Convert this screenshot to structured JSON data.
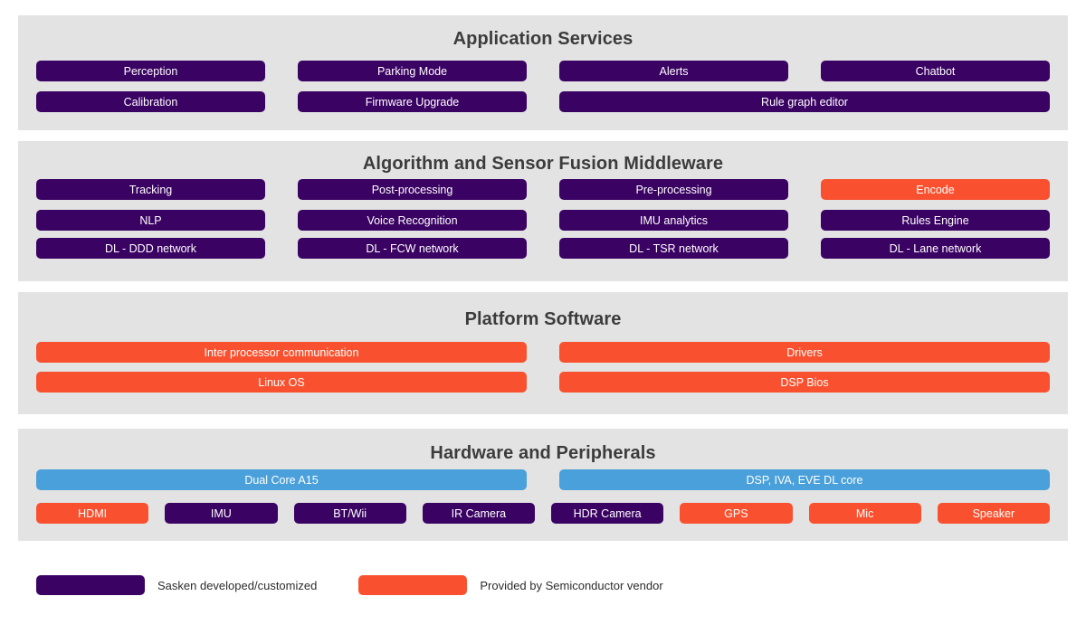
{
  "legend_colors": {
    "purple": "#3a0263",
    "orange": "#f9512f",
    "blue": "#4aa0da",
    "panel_gray": "#e3e3e3",
    "title_gray": "#3c3c3c"
  },
  "sections": {
    "application_services": {
      "title": "Application Services",
      "row1": [
        "Perception",
        "Parking Mode",
        "Alerts",
        "Chatbot"
      ],
      "row2": [
        "Calibration",
        "Firmware Upgrade",
        "Rule graph editor"
      ]
    },
    "middleware": {
      "title": "Algorithm and Sensor Fusion Middleware",
      "row1": [
        "Tracking",
        "Post-processing",
        "Pre-processing",
        "Encode"
      ],
      "row2": [
        "NLP",
        "Voice Recognition",
        "IMU analytics",
        "Rules Engine"
      ],
      "row3": [
        "DL - DDD network",
        "DL - FCW network",
        "DL - TSR network",
        "DL - Lane network"
      ]
    },
    "platform_software": {
      "title": "Platform Software",
      "row1": [
        "Inter processor communication",
        "Drivers"
      ],
      "row2": [
        "Linux OS",
        "DSP Bios"
      ]
    },
    "hardware": {
      "title": "Hardware and Peripherals",
      "row1": [
        "Dual Core A15",
        "DSP, IVA, EVE DL core"
      ],
      "row2": [
        "HDMI",
        "IMU",
        "BT/Wii",
        "IR Camera",
        "HDR Camera",
        "GPS",
        "Mic",
        "Speaker"
      ]
    }
  },
  "legend": {
    "items": [
      {
        "color": "purple",
        "label": "Sasken developed/customized"
      },
      {
        "color": "orange",
        "label": "Provided by Semiconductor vendor"
      }
    ]
  }
}
